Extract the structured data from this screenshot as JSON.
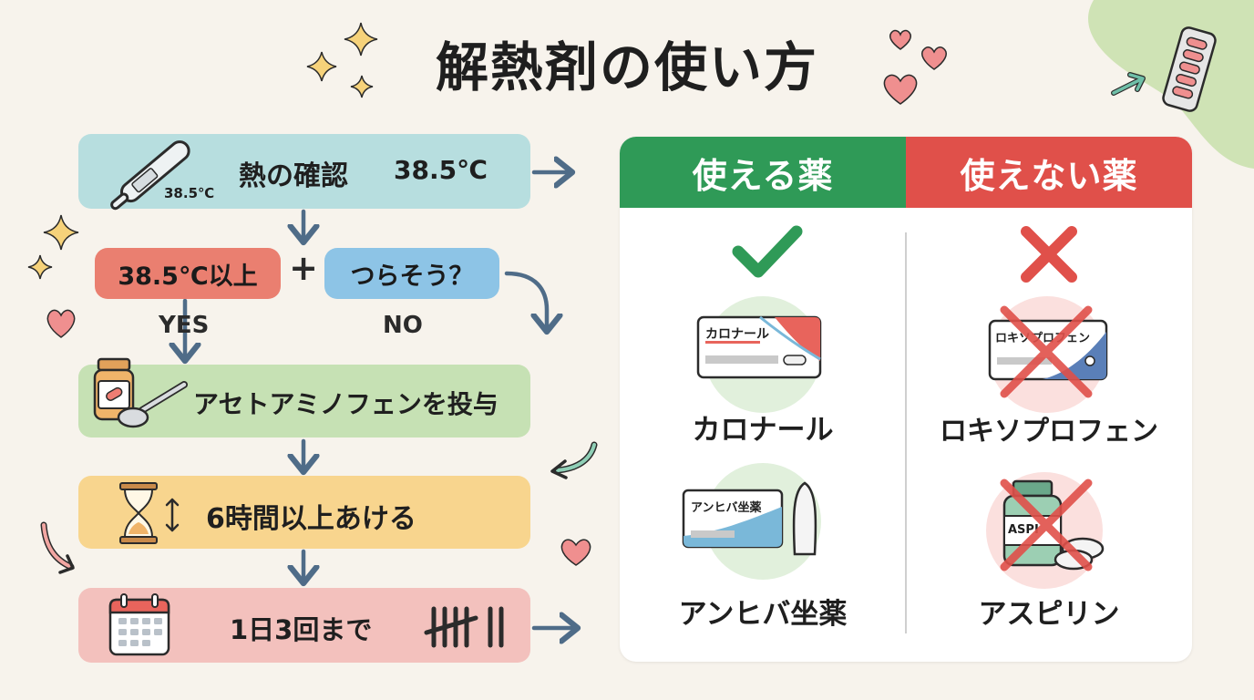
{
  "title": "解熱剤の使い方",
  "flow": {
    "step1": {
      "label": "熱の確認",
      "temp": "38.5℃",
      "thermo_reading": "38.5℃"
    },
    "condition_a": "38.5℃以上",
    "plus": "+",
    "condition_b": "つらそう？",
    "yes_label": "YES",
    "no_label": "NO",
    "step2": {
      "label": "アセトアミノフェンを投与"
    },
    "step3": {
      "label": "6時間以上あける"
    },
    "step4": {
      "label": "1日3回まで"
    }
  },
  "comparison": {
    "ok_header": "使える薬",
    "ng_header": "使えない薬",
    "ok_items": [
      {
        "name": "カロナール",
        "package_text": "カロナール"
      },
      {
        "name": "アンヒバ坐薬",
        "package_text": "アンヒバ坐薬"
      }
    ],
    "ng_items": [
      {
        "name": "ロキソプロフェン",
        "package_text": "ロキソプロフェン"
      },
      {
        "name": "アスピリン",
        "package_text": "ASPI"
      }
    ]
  },
  "colors": {
    "ok": "#2f9a57",
    "ng": "#e0504a",
    "arrow": "#4f6c88"
  }
}
